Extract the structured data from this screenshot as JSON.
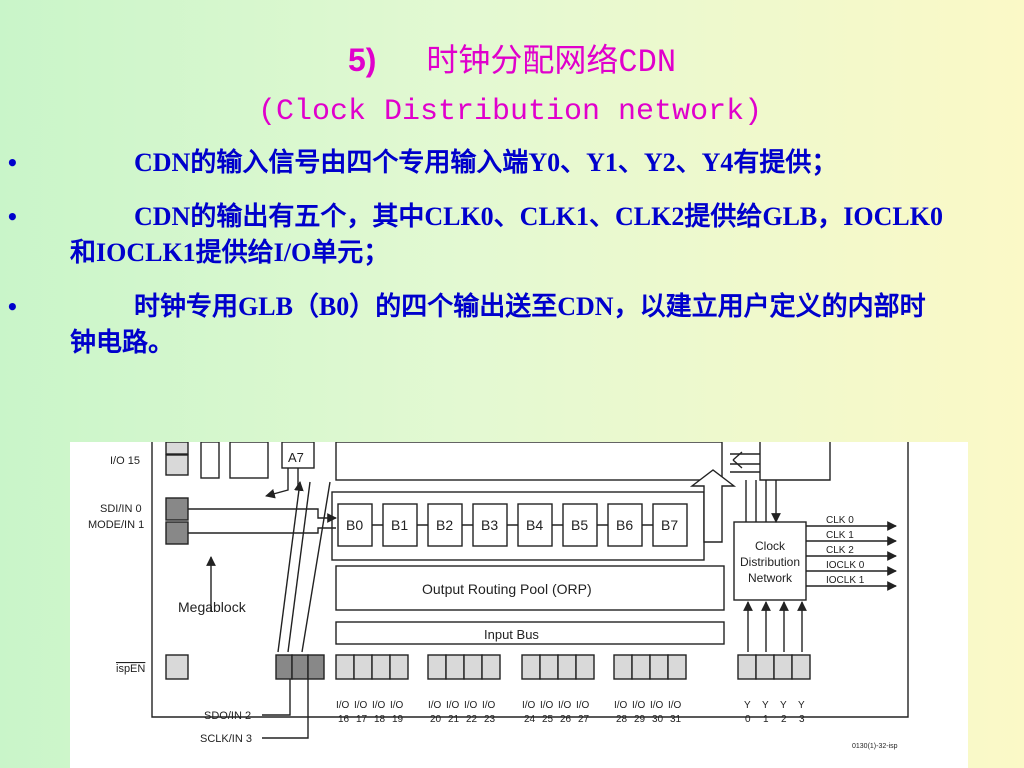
{
  "title": {
    "number": "5)",
    "cn": "时钟分配网络",
    "en": "CDN"
  },
  "subtitle": "(Clock Distribution network)",
  "bullets": [
    {
      "marker": "•",
      "text": "CDN的输入信号由四个专用输入端Y0、Y1、Y2、Y4有提供；"
    },
    {
      "marker": "•",
      "text": "CDN的输出有五个，其中CLK0、CLK1、CLK2提供给GLB，IOCLK0和IOCLK1提供给I/O单元；"
    },
    {
      "marker": "•",
      "text": "时钟专用GLB（B0）的四个输出送至CDN，以建立用户定义的内部时钟电路。"
    }
  ],
  "diagram": {
    "left_pins": {
      "io15": "I/O 15",
      "sdi": "SDI/IN 0",
      "mode": "MODE/IN 1",
      "ispen": "ispEN"
    },
    "a7": "A7",
    "glbs": [
      "B0",
      "B1",
      "B2",
      "B3",
      "B4",
      "B5",
      "B6",
      "B7"
    ],
    "megablock": "Megablock",
    "orp": "Output Routing Pool (ORP)",
    "input_bus": "Input Bus",
    "cdn_lines": [
      "Clock",
      "Distribution",
      "Network"
    ],
    "clock_outputs": [
      "CLK 0",
      "CLK 1",
      "CLK 2",
      "IOCLK 0",
      "IOCLK 1"
    ],
    "io_groups": [
      {
        "top": [
          "I/O",
          "I/O",
          "I/O",
          "I/O"
        ],
        "bottom": [
          "16",
          "17",
          "18",
          "19"
        ]
      },
      {
        "top": [
          "I/O",
          "I/O",
          "I/O",
          "I/O"
        ],
        "bottom": [
          "20",
          "21",
          "22",
          "23"
        ]
      },
      {
        "top": [
          "I/O",
          "I/O",
          "I/O",
          "I/O"
        ],
        "bottom": [
          "24",
          "25",
          "26",
          "27"
        ]
      },
      {
        "top": [
          "I/O",
          "I/O",
          "I/O",
          "I/O"
        ],
        "bottom": [
          "28",
          "29",
          "30",
          "31"
        ]
      }
    ],
    "y_pins": {
      "top": [
        "Y",
        "Y",
        "Y",
        "Y"
      ],
      "bottom": [
        "0",
        "1",
        "2",
        "3"
      ]
    },
    "bottom_pins": {
      "sdo": "SDO/IN 2",
      "sclk": "SCLK/IN 3"
    },
    "figure_code": "0130(1)-32-isp"
  }
}
